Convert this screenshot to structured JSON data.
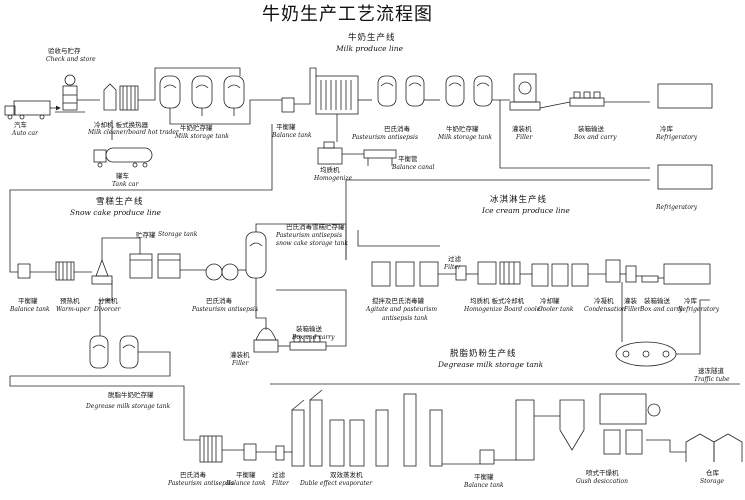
{
  "title": "牛奶生产工艺流程图",
  "sections": {
    "milk": {
      "zh": "牛奶生产线",
      "en": "Milk produce line"
    },
    "snow": {
      "zh": "雪糕生产线",
      "en": "Snow cake produce line"
    },
    "ice": {
      "zh": "冰淇淋生产线",
      "en": "Ice cream produce line"
    },
    "degrease": {
      "zh": "脱脂奶粉生产线",
      "en": "Degrease milk storage tank"
    }
  },
  "labels": {
    "check_zh": "验收与贮存",
    "check_en": "Check and store",
    "auto_zh": "汽车",
    "auto_en": "Auto car",
    "cleaner_zh": "冷却机 板式换热器",
    "cleaner_en": "Milk cleaner/board hot trader",
    "storage1_zh": "牛奶贮存罐",
    "storage1_en": "Milk storage tank",
    "tankcar_zh": "罐车",
    "tankcar_en": "Tank car",
    "balance1_zh": "平衡罐",
    "balance1_en": "Balance tank",
    "homog1_zh": "均质机",
    "homog1_en": "Homogenize",
    "canal_zh": "平衡管",
    "canal_en": "Balance canal",
    "past1_zh": "巴氏消毒",
    "past1_en": "Pasteurism antisepsis",
    "storage2_zh": "牛奶贮存罐",
    "storage2_en": "Milk storage tank",
    "filler1_zh": "灌装机",
    "filler1_en": "Filler",
    "box1_zh": "装箱输送",
    "box1_en": "Box and carry",
    "ref1_zh": "冷库",
    "ref1_en": "Refrigeratory",
    "ref2_en": "Refrigeratory",
    "snow_storage_zh": "贮存罐",
    "snow_storage_en": "Storage tank",
    "snow_past_tank_zh": "巴氏消毒雪糕贮存罐",
    "snow_past_tank_en1": "Pasteurism antisepsis",
    "snow_past_tank_en2": "snow cake storage tank",
    "balance2_zh": "平衡罐",
    "balance2_en": "Balance tank",
    "warm_zh": "预热机",
    "warm_en": "Warm-uper",
    "divorcer_zh": "分离机",
    "divorcer_en": "Divorcer",
    "past2_zh": "巴氏消毒",
    "past2_en": "Pasteurism antisepsis",
    "box2_zh": "装箱输送",
    "box2_en": "Box and carry",
    "filler2_zh": "灌装机",
    "filler2_en": "Filler",
    "degrease_tank_zh": "脱脂牛奶贮存罐",
    "degrease_tank_en": "Degrease milk storage tank",
    "filter1_zh": "过滤",
    "filter1_en": "Filter",
    "agitate_zh": "搅拌及巴氏消毒罐",
    "agitate_en1": "Agitate and pasteurism",
    "agitate_en2": "antisepsis tank",
    "homog2_zh": "均质机 板式冷却机",
    "homog2_en": "Homogenize Board cooler",
    "cooler_zh": "冷却罐",
    "cooler_en": "Cooler tank",
    "cond_zh": "冷凝机",
    "cond_en": "Condensation",
    "filler3_zh": "灌装",
    "filler3_en": "Filler",
    "box3_zh": "装箱输送",
    "box3_en": "Box and carry",
    "ref3_zh": "冷库",
    "ref3_en": "Refrigeratory",
    "traffic_zh": "速冻隧道",
    "traffic_en": "Traffic tube",
    "past3_zh": "巴氏消毒",
    "past3_en": "Pasteurism antisepsis",
    "balance3_zh": "平衡罐",
    "balance3_en": "Balance tank",
    "filter2_zh": "过滤",
    "filter2_en": "Filter",
    "evap_zh": "双效蒸发机",
    "evap_en": "Duble effect evaporater",
    "balance4_zh": "平衡罐",
    "balance4_en": "Balance tank",
    "gush_zh": "喷式干燥机",
    "gush_en": "Gush desiccation",
    "storage_zh": "仓库",
    "storage_en": "Storage"
  }
}
